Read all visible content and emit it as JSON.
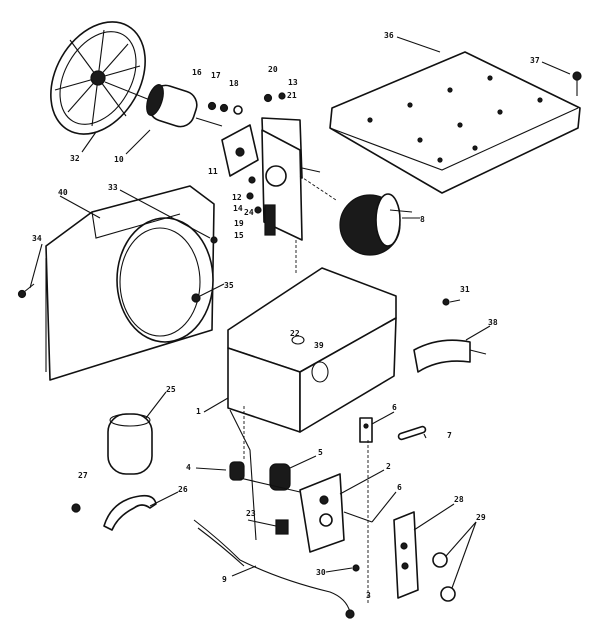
{
  "callouts": [
    {
      "text": "36"
    },
    {
      "text": "37"
    },
    {
      "text": "32"
    },
    {
      "text": "10"
    },
    {
      "text": "16"
    },
    {
      "text": "17"
    },
    {
      "text": "18"
    },
    {
      "text": "20"
    },
    {
      "text": "13"
    },
    {
      "text": "21"
    },
    {
      "text": "11"
    },
    {
      "text": "12"
    },
    {
      "text": "14"
    },
    {
      "text": "19"
    },
    {
      "text": "15"
    },
    {
      "text": "24"
    },
    {
      "text": "8"
    },
    {
      "text": "40"
    },
    {
      "text": "33"
    },
    {
      "text": "34"
    },
    {
      "text": "35"
    },
    {
      "text": "31"
    },
    {
      "text": "38"
    },
    {
      "text": "22"
    },
    {
      "text": "39"
    },
    {
      "text": "25"
    },
    {
      "text": "1"
    },
    {
      "text": "6"
    },
    {
      "text": "7"
    },
    {
      "text": "4"
    },
    {
      "text": "5"
    },
    {
      "text": "2"
    },
    {
      "text": "6"
    },
    {
      "text": "27"
    },
    {
      "text": "26"
    },
    {
      "text": "28"
    },
    {
      "text": "29"
    },
    {
      "text": "30"
    },
    {
      "text": "3"
    },
    {
      "text": "9"
    },
    {
      "text": "23"
    }
  ]
}
